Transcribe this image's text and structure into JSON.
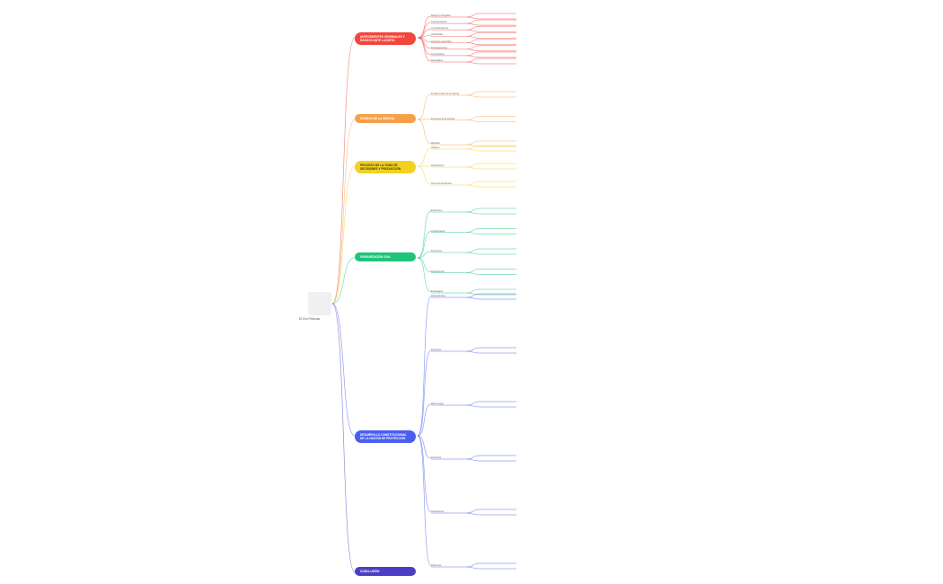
{
  "root": {
    "label": "El Dío Piñonas",
    "icon": "image-placeholder-icon"
  },
  "branches": [
    {
      "label": "ANTECEDENTES ORIGINALES Y RASGOS ANTE LA DIETA",
      "color": "#f0463c",
      "children": [
        "Rasgos principales",
        "Características",
        "Consideraciones",
        "Actividades",
        "Aspectos generales",
        "Procedimientos",
        "Comentarios",
        "Resultados"
      ]
    },
    {
      "label": "RASGOS DE LA CIENCIA",
      "color": "#f7a04a",
      "children": [
        "Fundamentos de la ciencia",
        "Procesos de la ciencia",
        "Métodos"
      ]
    },
    {
      "label": "PROCESO DE LA TOMA DE DECISIONES Y PRODUCCIÓN",
      "color": "#f2d21e",
      "children": [
        "Objetivo",
        "Planificación",
        "Toma de decisiones"
      ]
    },
    {
      "label": "ORGANIZACIÓN CIVIL",
      "color": "#1fc47a",
      "children": [
        "Estructura",
        "Organización",
        "Funciones",
        "Participación",
        "Estrategias"
      ]
    },
    {
      "label": "DESARROLLO CONSTITUCIONAL DE LA NACIÓN DE PROTECCIÓN",
      "color": "#4a5ef0",
      "children": [
        "Antecedentes",
        "Principios",
        "Marco legal",
        "Derechos",
        "Instituciones",
        "Reformas"
      ]
    },
    {
      "label": "CONCLUSIÓN",
      "color": "#4a3fc4",
      "children": []
    }
  ]
}
